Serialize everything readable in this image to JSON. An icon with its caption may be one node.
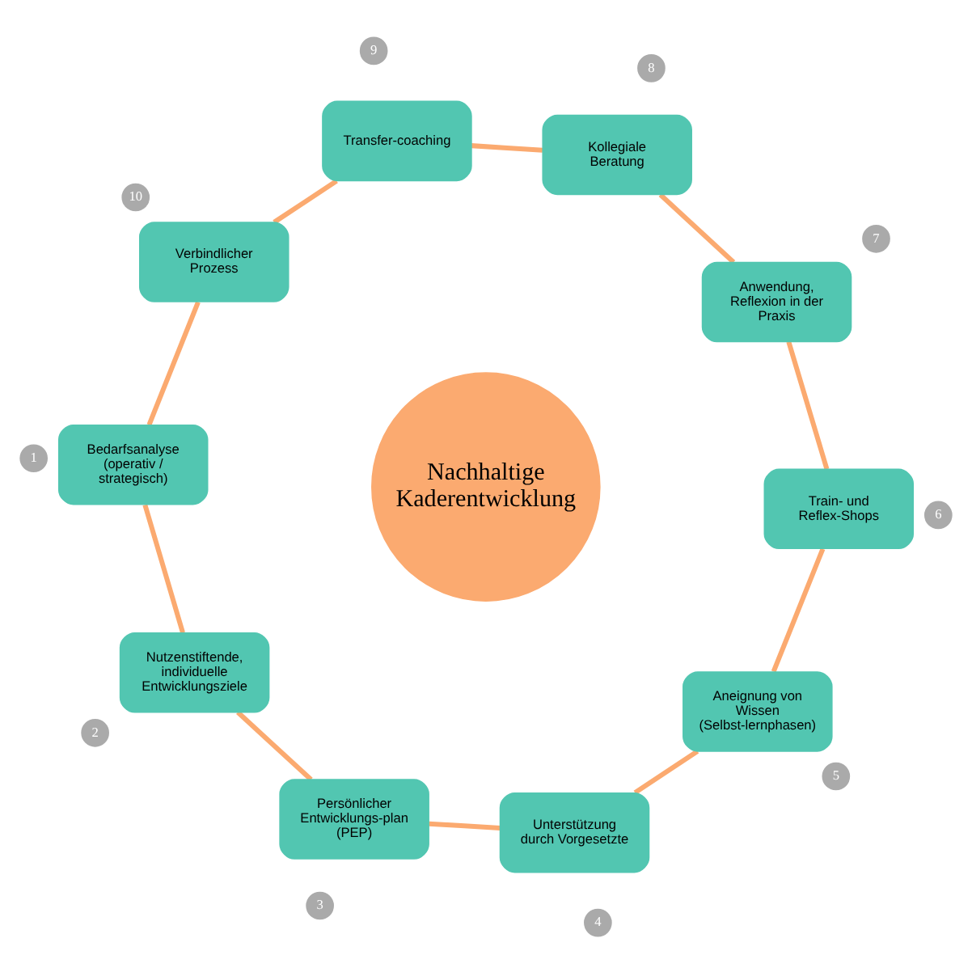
{
  "diagram": {
    "nodes": [
      {
        "text": [
          "Nachhaltige Kaderentwicklung"
        ]
      },
      {
        "text": [
          "Bedarfsanalyse (operativ / strategisch)"
        ]
      },
      {
        "text": [
          "1"
        ]
      },
      {
        "text": [
          "Nutzenstiftende, individuelle Entwicklungsziele"
        ]
      },
      {
        "text": [
          "2"
        ]
      },
      {
        "text": [
          "Persönlicher Entwicklungs-plan (PEP)"
        ]
      },
      {
        "text": [
          "3"
        ]
      },
      {
        "text": [
          "Unterstützung durch Vorgesetzte"
        ]
      },
      {
        "text": [
          "4"
        ]
      },
      {
        "text": [
          "Aneignung von Wissen (Selbst-lernphasen)"
        ]
      },
      {
        "text": [
          "5"
        ]
      },
      {
        "text": [
          "Train- und Reflex-Shops"
        ]
      },
      {
        "text": [
          "6"
        ]
      },
      {
        "text": [
          "Anwendung, Reflexion in der Praxis"
        ]
      },
      {
        "text": [
          "7"
        ]
      },
      {
        "text": [
          "Kollegiale Beratung"
        ]
      },
      {
        "text": [
          "8"
        ]
      },
      {
        "text": [
          "Transfer-coaching"
        ]
      },
      {
        "text": [
          "9"
        ]
      },
      {
        "text": [
          "Verbindlicher Prozess"
        ]
      },
      {
        "text": [
          "10"
        ]
      }
    ],
    "edges": [
      {
        "from": 1,
        "to": 3,
        "arrow": "none"
      },
      {
        "from": 3,
        "to": 5,
        "arrow": "none"
      },
      {
        "from": 5,
        "to": 7,
        "arrow": "none"
      },
      {
        "from": 7,
        "to": 9,
        "arrow": "none"
      },
      {
        "from": 9,
        "to": 11,
        "arrow": "none"
      },
      {
        "from": 11,
        "to": 13,
        "arrow": "none"
      },
      {
        "from": 13,
        "to": 15,
        "arrow": "none"
      },
      {
        "from": 15,
        "to": 17,
        "arrow": "none"
      },
      {
        "from": 17,
        "to": 19,
        "arrow": "none"
      },
      {
        "from": 19,
        "to": 1,
        "arrow": "none"
      }
    ]
  }
}
